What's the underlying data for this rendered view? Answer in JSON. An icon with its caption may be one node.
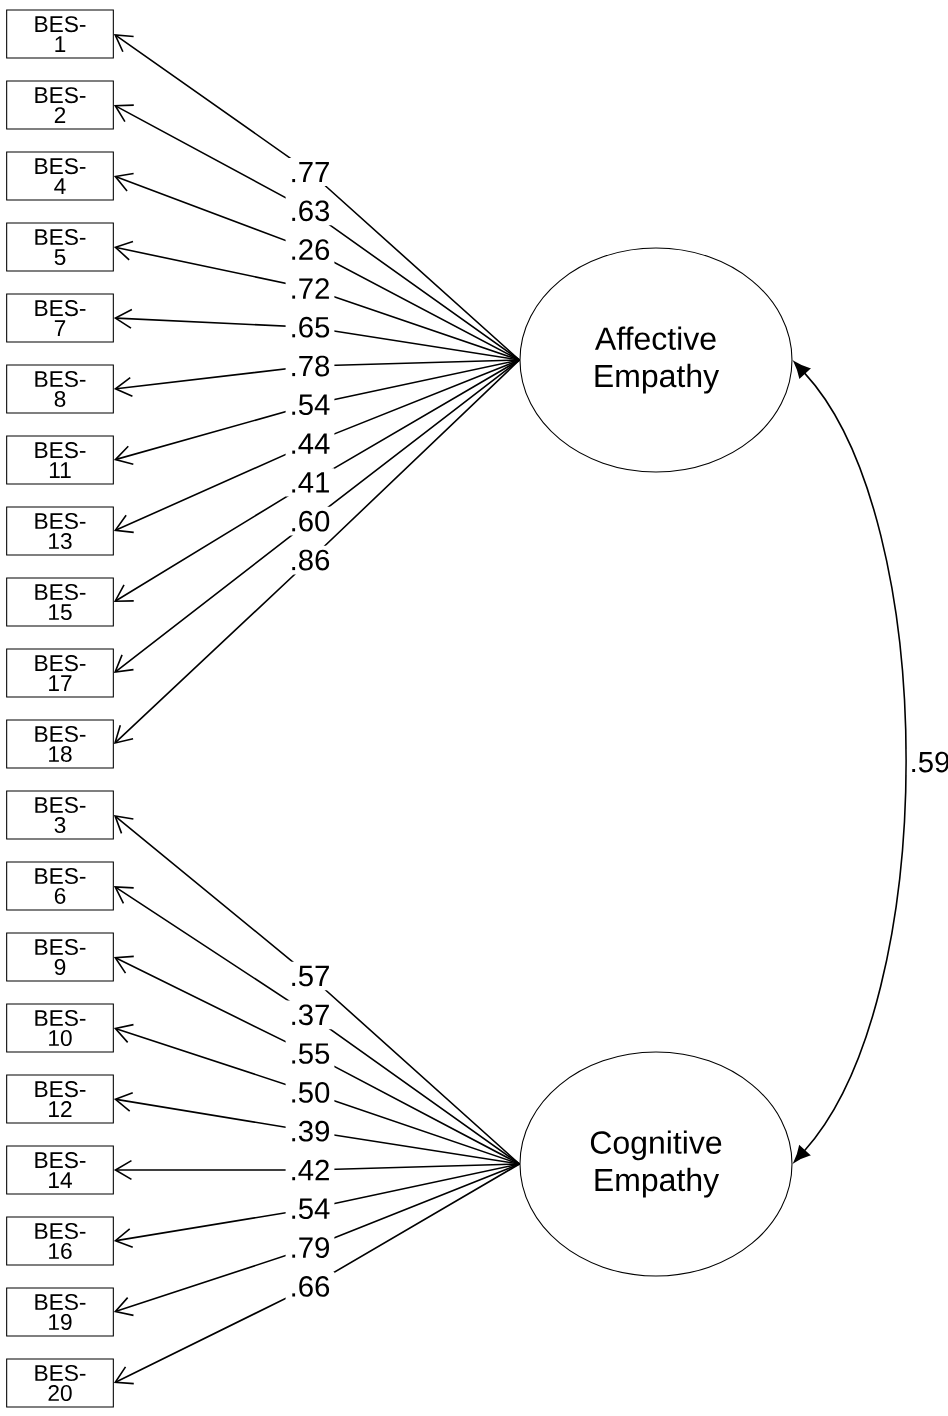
{
  "diagram": {
    "nodes": [
      {
        "text": [
          "BES- 1"
        ]
      },
      {
        "text": [
          "BES- 2"
        ]
      },
      {
        "text": [
          "BES- 4"
        ]
      },
      {
        "text": [
          "BES- 5"
        ]
      },
      {
        "text": [
          "BES- 7"
        ]
      },
      {
        "text": [
          "BES- 8"
        ]
      },
      {
        "text": [
          "BES- 11"
        ]
      },
      {
        "text": [
          "BES- 13"
        ]
      },
      {
        "text": [
          "BES- 15"
        ]
      },
      {
        "text": [
          "BES- 17"
        ]
      },
      {
        "text": [
          "BES- 18"
        ]
      },
      {
        "text": [
          "BES- 3"
        ]
      },
      {
        "text": [
          "BES- 6"
        ]
      },
      {
        "text": [
          "BES- 9"
        ]
      },
      {
        "text": [
          "BES- 10"
        ]
      },
      {
        "text": [
          "BES- 12"
        ]
      },
      {
        "text": [
          "BES- 14"
        ]
      },
      {
        "text": [
          "BES- 16"
        ]
      },
      {
        "text": [
          "BES- 19"
        ]
      },
      {
        "text": [
          "BES- 20"
        ]
      },
      {
        "text": [
          "Affective Empathy"
        ]
      },
      {
        "text": [
          "Cognitive Empathy"
        ]
      }
    ],
    "edges": [
      {
        "from": 20,
        "to": 0,
        "arrow": "to",
        "label": ".77"
      },
      {
        "from": 20,
        "to": 1,
        "arrow": "to",
        "label": ".63"
      },
      {
        "from": 20,
        "to": 2,
        "arrow": "to",
        "label": ".26"
      },
      {
        "from": 20,
        "to": 3,
        "arrow": "to",
        "label": ".72"
      },
      {
        "from": 20,
        "to": 4,
        "arrow": "to",
        "label": ".65"
      },
      {
        "from": 20,
        "to": 5,
        "arrow": "to",
        "label": ".78"
      },
      {
        "from": 20,
        "to": 6,
        "arrow": "to",
        "label": ".54"
      },
      {
        "from": 20,
        "to": 7,
        "arrow": "to",
        "label": ".44"
      },
      {
        "from": 20,
        "to": 8,
        "arrow": "to",
        "label": ".41"
      },
      {
        "from": 20,
        "to": 9,
        "arrow": "to",
        "label": ".60"
      },
      {
        "from": 20,
        "to": 10,
        "arrow": "to",
        "label": ".86"
      },
      {
        "from": 21,
        "to": 11,
        "arrow": "to",
        "label": ".57"
      },
      {
        "from": 21,
        "to": 12,
        "arrow": "to",
        "label": ".37"
      },
      {
        "from": 21,
        "to": 13,
        "arrow": "to",
        "label": ".55"
      },
      {
        "from": 21,
        "to": 14,
        "arrow": "to",
        "label": ".50"
      },
      {
        "from": 21,
        "to": 15,
        "arrow": "to",
        "label": ".39"
      },
      {
        "from": 21,
        "to": 16,
        "arrow": "to",
        "label": ".42"
      },
      {
        "from": 21,
        "to": 17,
        "arrow": "to",
        "label": ".54"
      },
      {
        "from": 21,
        "to": 18,
        "arrow": "to",
        "label": ".79"
      },
      {
        "from": 21,
        "to": 19,
        "arrow": "to",
        "label": ".66"
      },
      {
        "from": 20,
        "to": 21,
        "arrow": "both",
        "label": ".59"
      }
    ]
  }
}
